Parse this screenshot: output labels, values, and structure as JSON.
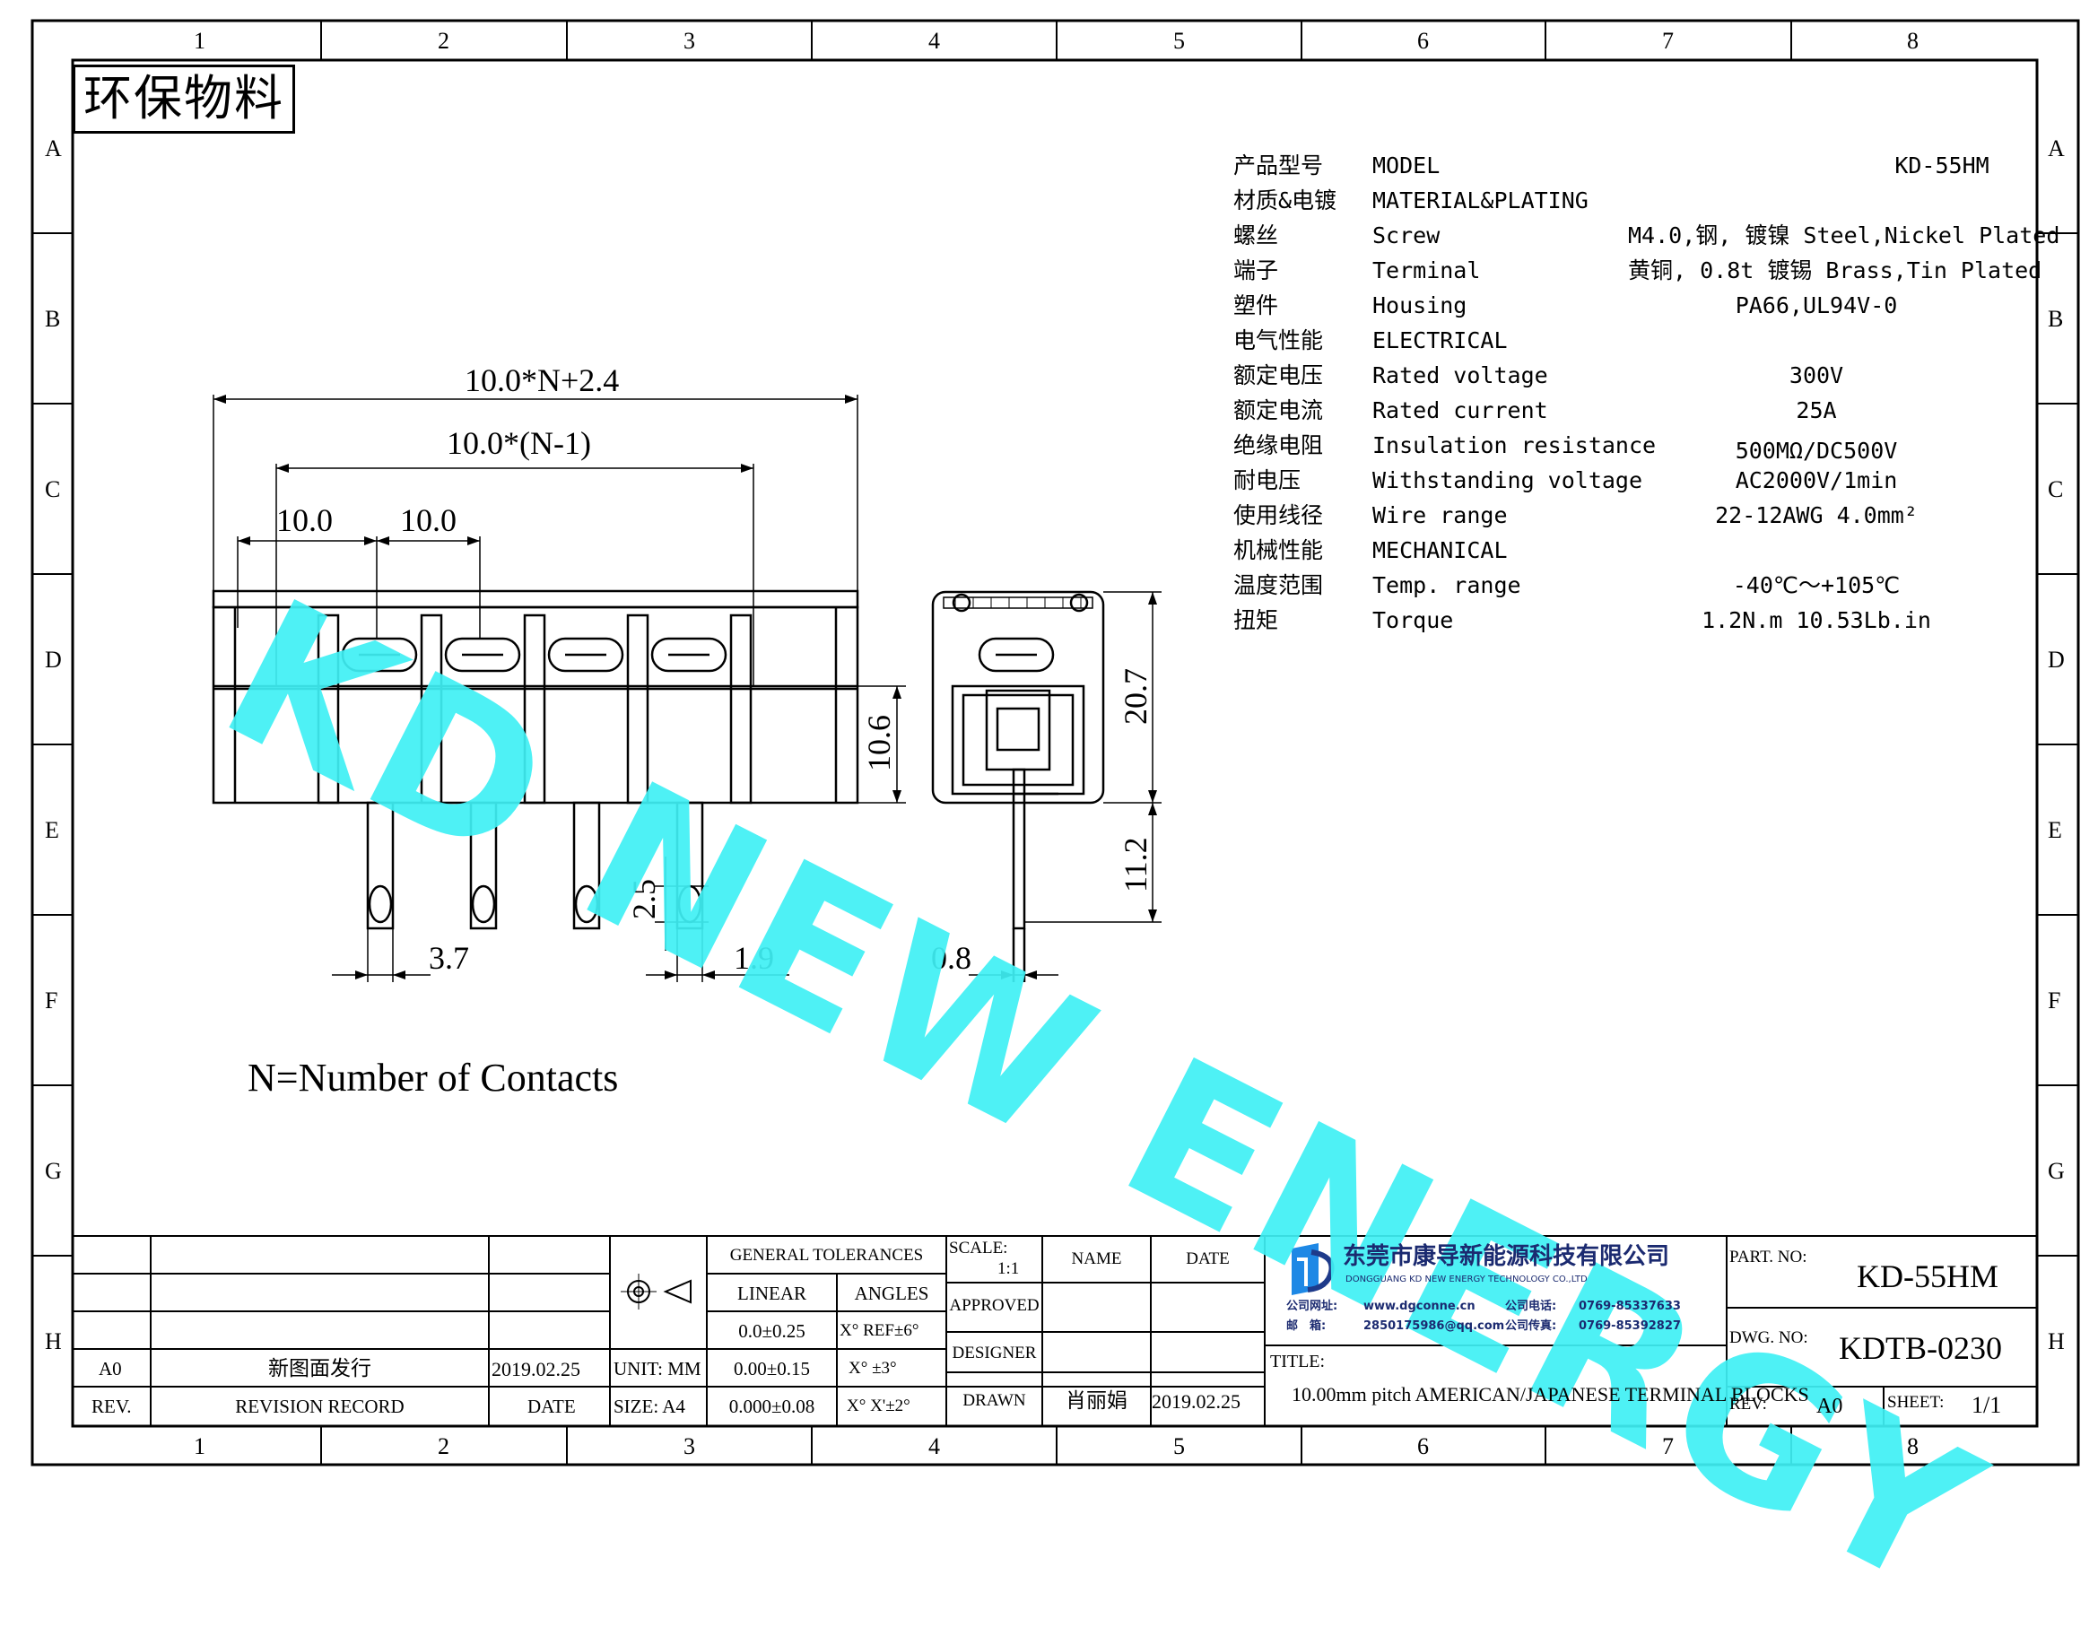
{
  "badge": "环保物料",
  "frame": {
    "columns": [
      "1",
      "2",
      "3",
      "4",
      "5",
      "6",
      "7",
      "8"
    ],
    "rows": [
      "A",
      "B",
      "C",
      "D",
      "E",
      "F",
      "G",
      "H"
    ]
  },
  "watermark": "KD NEW ENERGY",
  "specs": [
    {
      "cn": "产品型号",
      "en": "MODEL",
      "value": "KD-55HM"
    },
    {
      "cn": "材质&电镀",
      "en": "MATERIAL&PLATING",
      "value": ""
    },
    {
      "cn": "螺丝",
      "en": "Screw",
      "value": "M4.0,钢, 镀镍 Steel,Nickel Plated"
    },
    {
      "cn": "端子",
      "en": "Terminal",
      "value": "黄铜, 0.8t 镀锡 Brass,Tin Plated"
    },
    {
      "cn": "塑件",
      "en": "Housing",
      "value": "PA66,UL94V-0"
    },
    {
      "cn": "电气性能",
      "en": "ELECTRICAL",
      "value": ""
    },
    {
      "cn": "额定电压",
      "en": "Rated voltage",
      "value": "300V"
    },
    {
      "cn": "额定电流",
      "en": "Rated current",
      "value": "25A"
    },
    {
      "cn": "绝缘电阻",
      "en": "Insulation resistance",
      "value": "500MΩ/DC500V"
    },
    {
      "cn": "耐电压",
      "en": "Withstanding voltage",
      "value": "AC2000V/1min"
    },
    {
      "cn": "使用线径",
      "en": "Wire range",
      "value": "22-12AWG 4.0mm²"
    },
    {
      "cn": "机械性能",
      "en": "MECHANICAL",
      "value": ""
    },
    {
      "cn": "温度范围",
      "en": "Temp. range",
      "value": "-40℃～+105℃"
    },
    {
      "cn": "扭矩",
      "en": "Torque",
      "value": "1.2N.m  10.53Lb.in"
    }
  ],
  "dimensions": {
    "overall": "10.0*N+2.4",
    "pitch_span": "10.0*(N-1)",
    "edge": "10.0",
    "pitch": "10.0",
    "height_body": "10.6",
    "pin_length": "3.7",
    "pin_hole": "2.5",
    "pin_width": "1.9",
    "pin_thick": "0.8",
    "side_height": "20.7",
    "side_pin": "11.2"
  },
  "note": "N=Number of Contacts",
  "title_block": {
    "general_tolerances": "GENERAL TOLERANCES",
    "linear": "LINEAR",
    "angles": "ANGLES",
    "tol_rows": [
      {
        "linear": "0.0±0.25",
        "angle": "X° REF±6°"
      },
      {
        "linear": "0.00±0.15",
        "angle": "X° ±3°"
      },
      {
        "linear": "0.000±0.08",
        "angle": "X° X'±2°"
      }
    ],
    "unit": "UNIT: MM",
    "size": "SIZE: A4",
    "scale_label": "SCALE:",
    "scale_value": "1:1",
    "name": "NAME",
    "date": "DATE",
    "approved": "APPROVED",
    "designer": "DESIGNER",
    "drawn": "DRAWN",
    "drawn_name": "肖丽娟",
    "drawn_date": "2019.02.25",
    "revision": {
      "rev": "A0",
      "record": "新图面发行",
      "date": "2019.02.25"
    },
    "rev_header": {
      "rev": "REV.",
      "record": "REVISION RECORD",
      "date": "DATE"
    },
    "company_cn": "东莞市康导新能源科技有限公司",
    "company_en": "DONGGUANG KD NEW ENERGY TECHNOLOGY CO.,LTD",
    "website_label": "公司网址:",
    "website": "www.dgconne.cn",
    "phone_label": "公司电话:",
    "phone": "0769-85337633",
    "email_label": "邮　箱:",
    "email": "2850175986@qq.com",
    "fax_label": "公司传真:",
    "fax": "0769-85392827",
    "title_label": "TITLE:",
    "title": "10.00mm pitch AMERICAN/JAPANESE TERMINAL BLOCKS",
    "part_no_label": "PART. NO:",
    "part_no": "KD-55HM",
    "dwg_no_label": "DWG. NO:",
    "dwg_no": "KDTB-0230",
    "rev_label": "REV:",
    "rev_value": "A0",
    "sheet_label": "SHEET:",
    "sheet_value": "1/1"
  }
}
